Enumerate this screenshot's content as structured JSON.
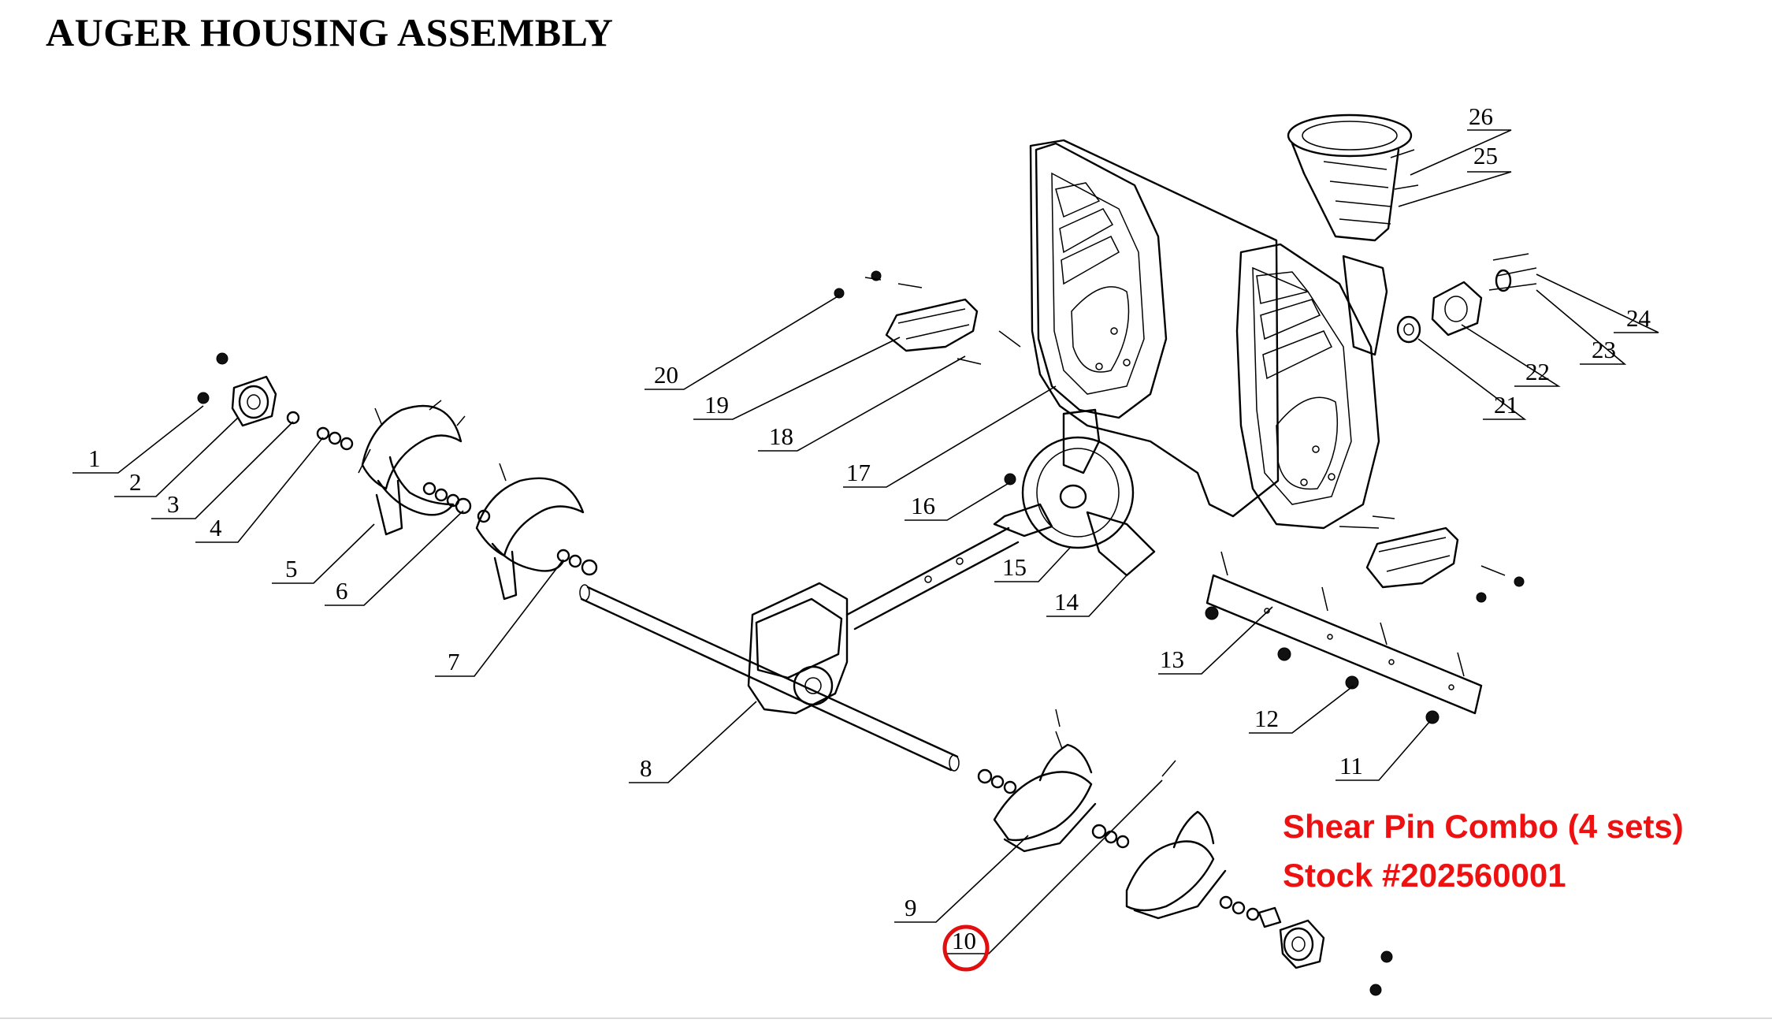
{
  "title": "AUGER HOUSING ASSEMBLY",
  "callouts": [
    "1",
    "2",
    "3",
    "4",
    "5",
    "6",
    "7",
    "8",
    "9",
    "10",
    "11",
    "12",
    "13",
    "14",
    "15",
    "16",
    "17",
    "18",
    "19",
    "20",
    "21",
    "22",
    "23",
    "24",
    "25",
    "26"
  ],
  "highlight": {
    "callout": "10",
    "color": "#e01010"
  },
  "note": {
    "line1": "Shear Pin Combo (4 sets)",
    "line2": "Stock #202560001",
    "color": "#ee1111"
  }
}
